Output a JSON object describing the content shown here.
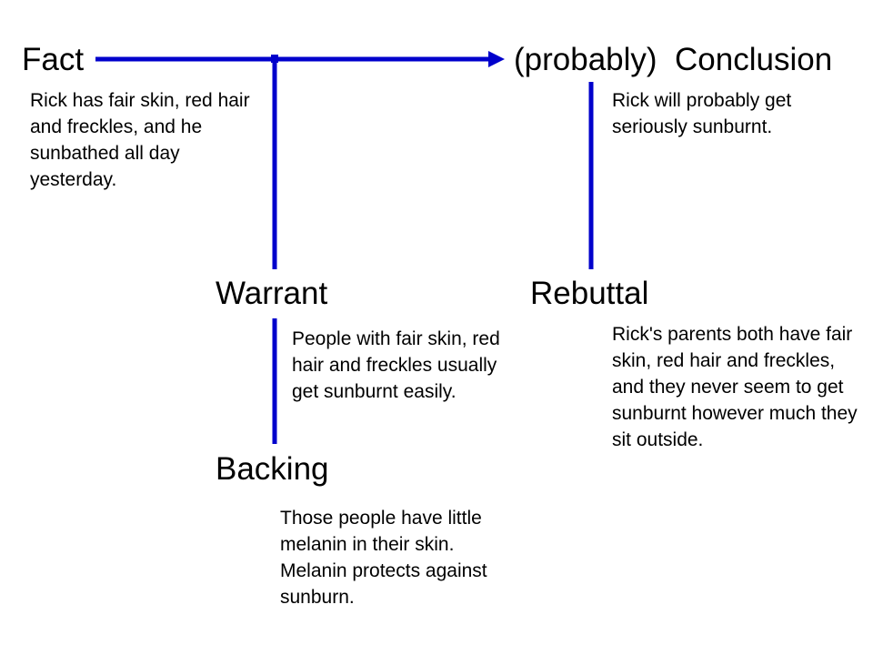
{
  "colors": {
    "connector": "#0000cc",
    "text": "#000000",
    "background": "#ffffff"
  },
  "fact": {
    "label": "Fact",
    "text": "Rick has fair skin, red hair and freckles, and he sunbathed all day yesterday."
  },
  "conclusion": {
    "label": "(probably)  Conclusion",
    "text": "Rick will probably get seriously sunburnt."
  },
  "warrant": {
    "label": "Warrant",
    "text": "People with fair skin, red hair and freckles usually get sunburnt easily."
  },
  "rebuttal": {
    "label": "Rebuttal",
    "text": "Rick's parents both have fair skin, red hair and freckles, and they never seem to get sunburnt however much they sit outside."
  },
  "backing": {
    "label": "Backing",
    "text": "Those people have little melanin in their skin. Melanin protects against sunburn."
  }
}
